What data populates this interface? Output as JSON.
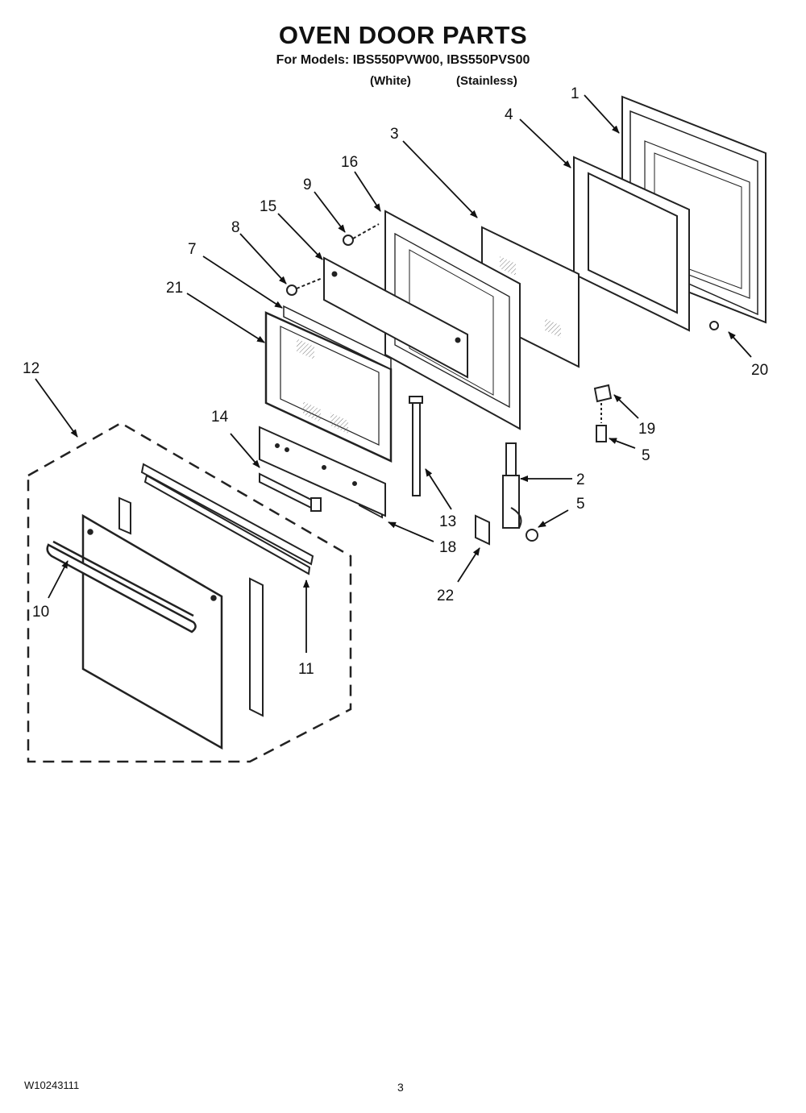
{
  "header": {
    "title": "OVEN DOOR PARTS",
    "models_line": "For Models: IBS550PVW00, IBS550PVS00",
    "variant_white": "(White)",
    "variant_stainless": "(Stainless)"
  },
  "callouts": [
    "1",
    "2",
    "3",
    "4",
    "5",
    "5",
    "7",
    "8",
    "9",
    "10",
    "11",
    "12",
    "13",
    "14",
    "15",
    "16",
    "18",
    "19",
    "20",
    "21",
    "22"
  ],
  "footer": {
    "doc_number": "W10243111",
    "page_number": "3"
  }
}
